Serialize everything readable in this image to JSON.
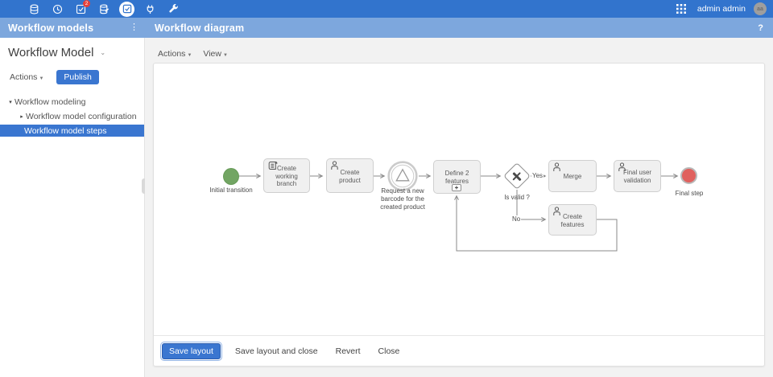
{
  "topbar": {
    "user_name": "admin admin",
    "avatar_initials": "aa",
    "notification_count": "2",
    "icon_names": [
      "database",
      "clock",
      "tasks-check",
      "data-edit",
      "workflow-active",
      "plug",
      "wrench",
      "apps-grid"
    ]
  },
  "header": {
    "left_title": "Workflow models",
    "right_title": "Workflow diagram",
    "help_label": "?"
  },
  "sidebar": {
    "model_title": "Workflow Model",
    "actions_label": "Actions",
    "publish_label": "Publish",
    "tree": [
      {
        "label": "Workflow modeling",
        "state": "expanded"
      },
      {
        "label": "Workflow model configuration",
        "state": "collapsed"
      },
      {
        "label": "Workflow model steps",
        "state": "selected"
      }
    ]
  },
  "toolbar": {
    "actions_label": "Actions",
    "view_label": "View"
  },
  "diagram": {
    "nodes": {
      "start": {
        "label": "Initial transition",
        "type": "start-event",
        "color": "#72a563"
      },
      "create_working_branch": {
        "label": "Create working branch",
        "type": "script-task"
      },
      "create_product": {
        "label": "Create product",
        "type": "user-task"
      },
      "barcode_event": {
        "label": "Request a new barcode for the created product",
        "type": "signal-event"
      },
      "define_features": {
        "label": "Define 2 features",
        "type": "subprocess",
        "marker": "+"
      },
      "is_valid": {
        "label": "Is valid ?",
        "type": "exclusive-gateway"
      },
      "merge": {
        "label": "Merge",
        "type": "user-task"
      },
      "final_user_validation": {
        "label": "Final user validation",
        "type": "user-task"
      },
      "create_features": {
        "label": "Create features",
        "type": "user-task"
      },
      "end": {
        "label": "Final step",
        "type": "end-event",
        "color": "#e0615e"
      }
    },
    "edges": {
      "yes_label": "Yes",
      "no_label": "No"
    }
  },
  "footer": {
    "save_label": "Save layout",
    "save_close_label": "Save layout and close",
    "revert_label": "Revert",
    "close_label": "Close"
  }
}
